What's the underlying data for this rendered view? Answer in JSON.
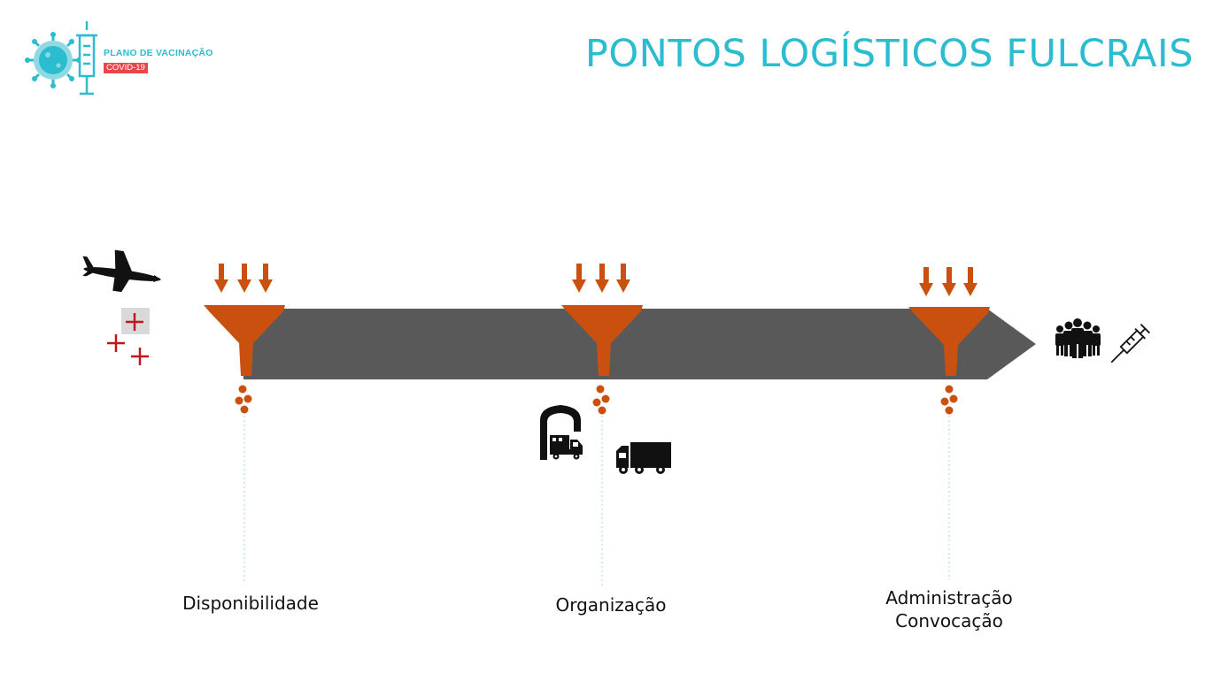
{
  "header": {
    "logo_title": "PLANO DE VACINAÇÃO",
    "logo_badge": "COVID-19",
    "slide_title": "PONTOS LOGÍSTICOS FULCRAIS"
  },
  "stages": [
    {
      "label": "Disponibilidade"
    },
    {
      "label": "Organização"
    },
    {
      "label_line1": "Administração",
      "label_line2": "Convocação"
    }
  ],
  "icons": {
    "start": [
      "airplane-icon",
      "medical-cross-icon"
    ],
    "stage_2": [
      "warehouse-truck-icon",
      "truck-icon"
    ],
    "end": [
      "people-group-icon",
      "syringe-icon"
    ]
  },
  "colors": {
    "accent": "#2bbccf",
    "funnel": "#c9500f",
    "bar": "#595959",
    "cross": "#c0161e"
  }
}
